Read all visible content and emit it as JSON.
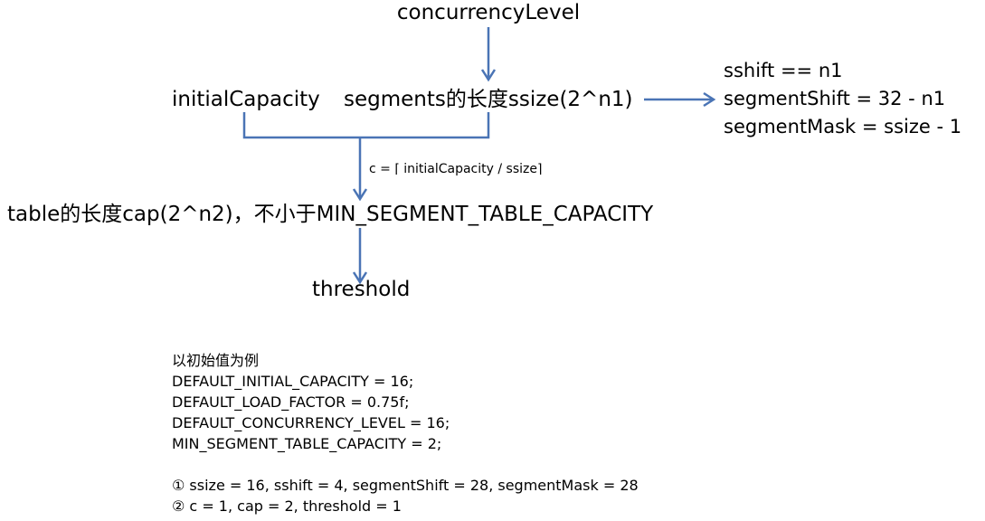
{
  "nodes": {
    "concurrency_level": "concurrencyLevel",
    "initial_capacity": "initialCapacity",
    "segments_size": "segments的长度ssize(2^n1)",
    "table_cap": "table的长度cap(2^n2)，不小于MIN_SEGMENT_TABLE_CAPACITY",
    "threshold": "threshold"
  },
  "segment_formulas": [
    "sshift == n1",
    "segmentShift = 32 - n1",
    "segmentMask = ssize - 1"
  ],
  "edge_label": "c = ⌈ initialCapacity / ssize⌉",
  "example": {
    "heading": "以初始值为例",
    "defaults": [
      "DEFAULT_INITIAL_CAPACITY = 16;",
      "DEFAULT_LOAD_FACTOR = 0.75f;",
      "DEFAULT_CONCURRENCY_LEVEL = 16;",
      "MIN_SEGMENT_TABLE_CAPACITY = 2;"
    ],
    "results": [
      "① ssize = 16, sshift = 4, segmentShift = 28, segmentMask = 28",
      "② c = 1, cap = 2, threshold = 1"
    ]
  },
  "colors": {
    "arrow": "#4A74B5",
    "text": "#000000",
    "background": "#FFFFFF"
  }
}
